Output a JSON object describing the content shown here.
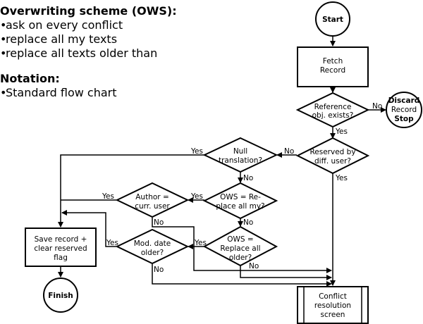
{
  "legend": {
    "scheme_title": "Overwriting scheme (OWS):",
    "scheme_items": [
      "ask on every conflict",
      "replace all my texts",
      "replace all texts older than"
    ],
    "notation_title": "Notation:",
    "notation_items": [
      "Standard flow chart"
    ],
    "bullet": "•"
  },
  "nodes": {
    "start": "Start",
    "fetch": [
      "Fetch",
      "Record"
    ],
    "ref_exists": [
      "Reference",
      "obj. exists?"
    ],
    "discard": [
      "Discard",
      "Record",
      "Stop"
    ],
    "reserved": [
      "Reserved by",
      "diff. user?"
    ],
    "null_trans": [
      "Null",
      "translation?"
    ],
    "ows_replace_my": [
      "OWS = Re-",
      "place all my?"
    ],
    "author": [
      "Author =",
      "curr. user"
    ],
    "ows_replace_older": [
      "OWS =",
      "Replace all",
      "older?"
    ],
    "mod_date": [
      "Mod. date",
      "older?"
    ],
    "save": [
      "Save record +",
      "clear reserved",
      "flag"
    ],
    "finish": "Finish",
    "conflict": [
      "Conflict",
      "resolution",
      "screen"
    ]
  },
  "edge_labels": {
    "yes": "Yes",
    "no": "No"
  }
}
